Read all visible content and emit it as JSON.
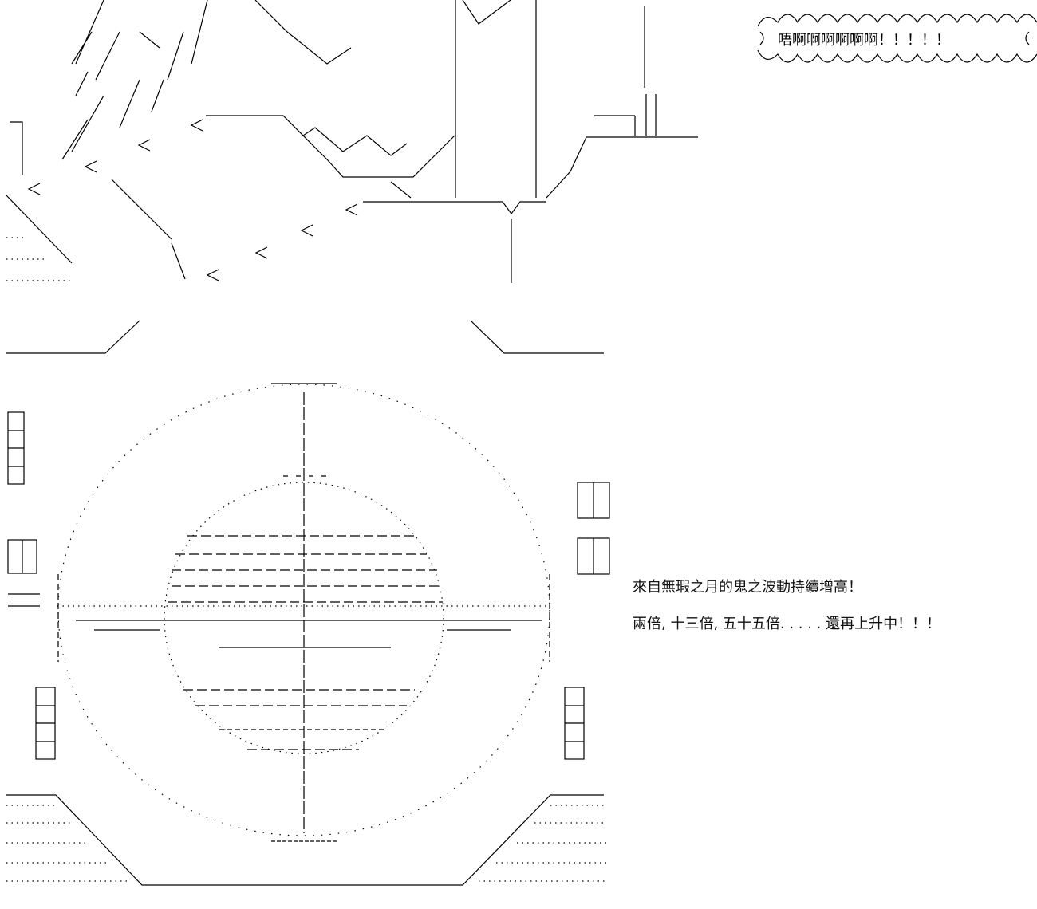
{
  "speech_bubble": {
    "text": "唔啊啊啊啊啊啊！！！！！"
  },
  "narration": {
    "line1": "來自無瑕之月的鬼之波動持續增高！",
    "line2": "兩倍, 十三倍, 五十五倍. . . . . 還再上升中！！！"
  },
  "colors": {
    "ink": "#000000",
    "background": "#ffffff"
  }
}
